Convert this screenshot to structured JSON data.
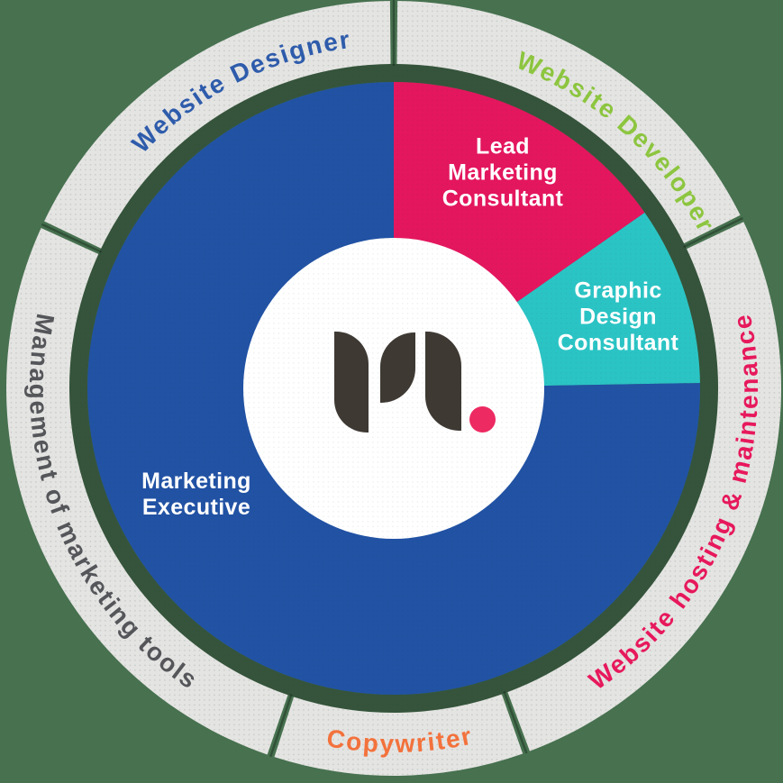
{
  "background_color": "#47714F",
  "outer_ring": {
    "band_color": "#E4E4E2",
    "separator_color": "rgba(20,40,26,0.45)",
    "inner_shadow_color": "rgba(0,0,0,0.25)",
    "segments": [
      {
        "label": "Website Developer",
        "text_color": "#8DC63F",
        "start_deg": 0,
        "end_deg": 64,
        "text_mid_deg": 42,
        "text_direction": "cw"
      },
      {
        "label": "Website hosting & maintenance",
        "text_color": "#E8185D",
        "start_deg": 64,
        "end_deg": 160,
        "text_mid_deg": 112,
        "text_direction": "ccw"
      },
      {
        "label": "Copywriter",
        "text_color": "#F4723C",
        "start_deg": 160,
        "end_deg": 198.5,
        "text_mid_deg": 179,
        "text_direction": "ccw"
      },
      {
        "label": "Management of marketing tools",
        "text_color": "#55565A",
        "start_deg": 198.5,
        "end_deg": 295,
        "text_mid_deg": 248,
        "text_direction": "ccw"
      },
      {
        "label": "Website Designer",
        "text_color": "#2E5CAC",
        "start_deg": 295,
        "end_deg": 360,
        "text_mid_deg": 333,
        "text_direction": "cw"
      }
    ]
  },
  "chart_data": {
    "type": "pie",
    "title": "",
    "legend_position": "none",
    "slices": [
      {
        "label": "Lead Marketing Consultant",
        "label_lines": [
          "Lead",
          "Marketing",
          "Consultant"
        ],
        "color": "#E4165E",
        "start_deg": 0,
        "end_deg": 55,
        "percent": 15.3
      },
      {
        "label": "Graphic Design Consultant",
        "label_lines": [
          "Graphic",
          "Design",
          "Consultant"
        ],
        "color": "#2BC4C5",
        "start_deg": 55,
        "end_deg": 89,
        "percent": 9.4
      },
      {
        "label": "Marketing Executive",
        "label_lines": [
          "Marketing",
          "Executive"
        ],
        "color": "#2152A4",
        "start_deg": 89,
        "end_deg": 360,
        "percent": 75.3
      }
    ],
    "slice_label_text_color": "#FFFFFF",
    "center_circle_color": "#FFFFFF",
    "outer_categories": [
      "Website Developer",
      "Website hosting & maintenance",
      "Copywriter",
      "Management of marketing tools",
      "Website Designer"
    ]
  },
  "logo": {
    "mark_color": "#3E3933",
    "dot_color": "#ED2A62"
  }
}
